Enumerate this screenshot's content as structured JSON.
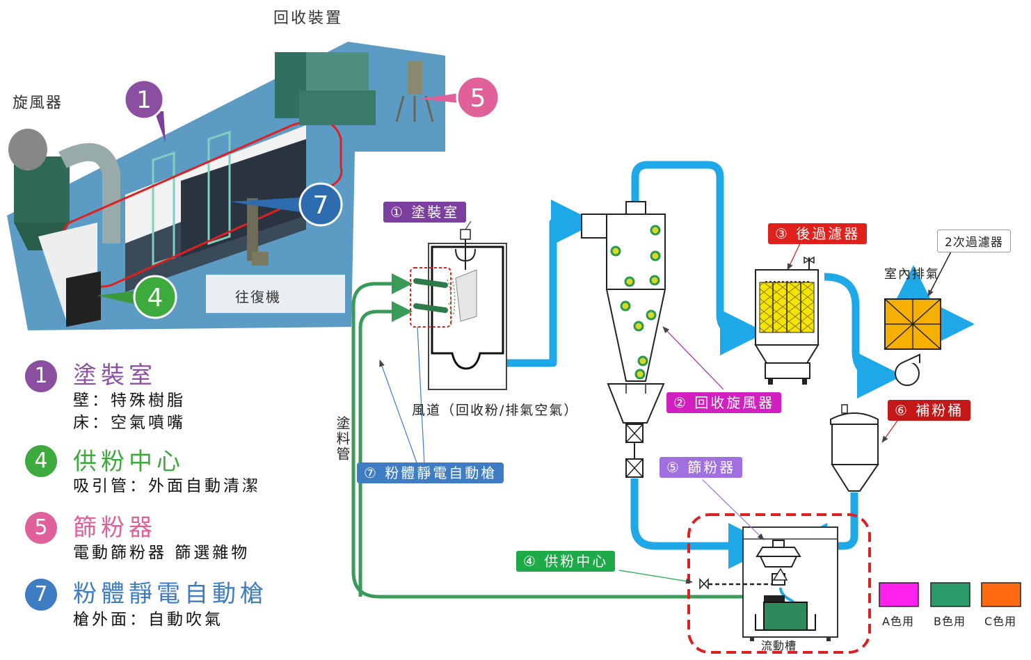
{
  "photo": {
    "title": "回收裝置",
    "cyclone_label": "旋風器",
    "reciprocator_label": "往復機",
    "markers": [
      "1",
      "5",
      "7",
      "4"
    ]
  },
  "legend": [
    {
      "num": "1",
      "title": "塗裝室",
      "lines": [
        "壁：特殊樹脂",
        "床：空氣噴嘴"
      ],
      "color": "#8a4fa0"
    },
    {
      "num": "4",
      "title": "供粉中心",
      "lines": [
        "吸引管：外面自動清潔"
      ],
      "color": "#3daa3d"
    },
    {
      "num": "5",
      "title": "篩粉器",
      "lines": [
        "電動篩粉器 篩選雜物"
      ],
      "color": "#e0609a"
    },
    {
      "num": "7",
      "title": "粉體靜電自動槍",
      "lines": [
        "槍外面：自動吹氣"
      ],
      "color": "#3e7cc4"
    }
  ],
  "diagram": {
    "booth_tag": "① 塗裝室",
    "cyclone_tag": "② 回收旋風器",
    "afterfilter_tag": "③ 後過濾器",
    "supply_tag": "④ 供粉中心",
    "sieve_tag": "⑤ 篩粉器",
    "hopper_tag": "⑥ 補粉桶",
    "gun_tag": "⑦ 粉體靜電自動槍",
    "secondary_filter": "2次過濾器",
    "indoor_exhaust": "室內排氣",
    "duct_label": "風道（回收粉/排氣空氣）",
    "paint_hose": "塗料管",
    "fluid_tank": "流動槽"
  },
  "colors": {
    "booth": "#7b3fa0",
    "cyclone": "#d020c0",
    "afterfilter": "#e0201a",
    "supply": "#1faa4a",
    "sieve": "#a070e0",
    "hopper": "#c41818",
    "gun": "#3e7cc4",
    "pipe": "#1ea8e8",
    "hose": "#3a9a5a"
  },
  "swatches": [
    {
      "label": "A色用",
      "color": "#ff22ee"
    },
    {
      "label": "B色用",
      "color": "#2a9a68"
    },
    {
      "label": "C色用",
      "color": "#ff6a10"
    }
  ]
}
